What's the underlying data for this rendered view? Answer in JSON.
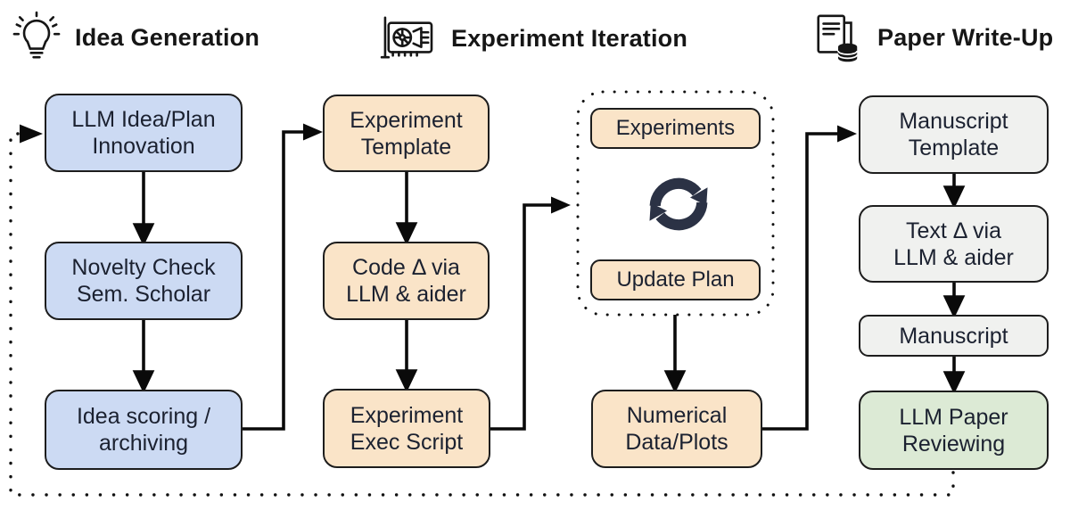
{
  "sections": [
    {
      "title": "Idea Generation",
      "icon": "lightbulb-icon"
    },
    {
      "title": "Experiment Iteration",
      "icon": "gpu-icon"
    },
    {
      "title": "Paper Write-Up",
      "icon": "paper-database-icon"
    }
  ],
  "nodes": {
    "llm_idea_plan": {
      "label": "LLM Idea/Plan\nInnovation",
      "color": "#ccdaf3"
    },
    "novelty_check": {
      "label": "Novelty Check\nSem. Scholar",
      "color": "#ccdaf3"
    },
    "idea_scoring": {
      "label": "Idea scoring /\narchiving",
      "color": "#ccdaf3"
    },
    "experiment_template": {
      "label": "Experiment\nTemplate",
      "color": "#fae4c8"
    },
    "code_delta": {
      "label": "Code Δ via\nLLM & aider",
      "color": "#fae4c8"
    },
    "experiment_exec": {
      "label": "Experiment\nExec Script",
      "color": "#fae4c8"
    },
    "experiments": {
      "label": "Experiments",
      "color": "#fae4c8"
    },
    "update_plan": {
      "label": "Update Plan",
      "color": "#fae4c8"
    },
    "numerical_data": {
      "label": "Numerical\nData/Plots",
      "color": "#fae4c8"
    },
    "manuscript_template": {
      "label": "Manuscript\nTemplate",
      "color": "#f0f1ef"
    },
    "text_delta": {
      "label": "Text Δ via\nLLM & aider",
      "color": "#f0f1ef"
    },
    "manuscript": {
      "label": "Manuscript",
      "color": "#f0f1ef"
    },
    "llm_paper_reviewing": {
      "label": "LLM Paper\nReviewing",
      "color": "#dcead5"
    }
  },
  "iteration_loop": {
    "members": [
      "experiments",
      "update_plan"
    ],
    "icon": "cycle-refresh-icon",
    "border_style": "dotted"
  },
  "edges": [
    {
      "from": "llm_idea_plan",
      "to": "novelty_check",
      "style": "solid"
    },
    {
      "from": "novelty_check",
      "to": "idea_scoring",
      "style": "solid"
    },
    {
      "from": "idea_scoring",
      "to": "experiment_template",
      "style": "solid"
    },
    {
      "from": "experiment_template",
      "to": "code_delta",
      "style": "solid"
    },
    {
      "from": "code_delta",
      "to": "experiment_exec",
      "style": "solid"
    },
    {
      "from": "experiment_exec",
      "to": "iteration_loop",
      "style": "solid"
    },
    {
      "from": "update_plan",
      "to": "numerical_data",
      "style": "solid"
    },
    {
      "from": "numerical_data",
      "to": "manuscript_template",
      "style": "solid"
    },
    {
      "from": "manuscript_template",
      "to": "text_delta",
      "style": "solid"
    },
    {
      "from": "text_delta",
      "to": "manuscript",
      "style": "solid"
    },
    {
      "from": "manuscript",
      "to": "llm_paper_reviewing",
      "style": "solid"
    },
    {
      "from": "llm_paper_reviewing",
      "to": "llm_idea_plan",
      "style": "dotted-feedback-loop"
    }
  ],
  "colors": {
    "idea_fill": "#ccdaf3",
    "experiment_fill": "#fae4c8",
    "writeup_fill": "#f0f1ef",
    "review_fill": "#dcead5",
    "node_border": "#1d1d1d",
    "arrow": "#0a0a0a",
    "loop_icon": "#2b3245",
    "background": "#ffffff"
  }
}
